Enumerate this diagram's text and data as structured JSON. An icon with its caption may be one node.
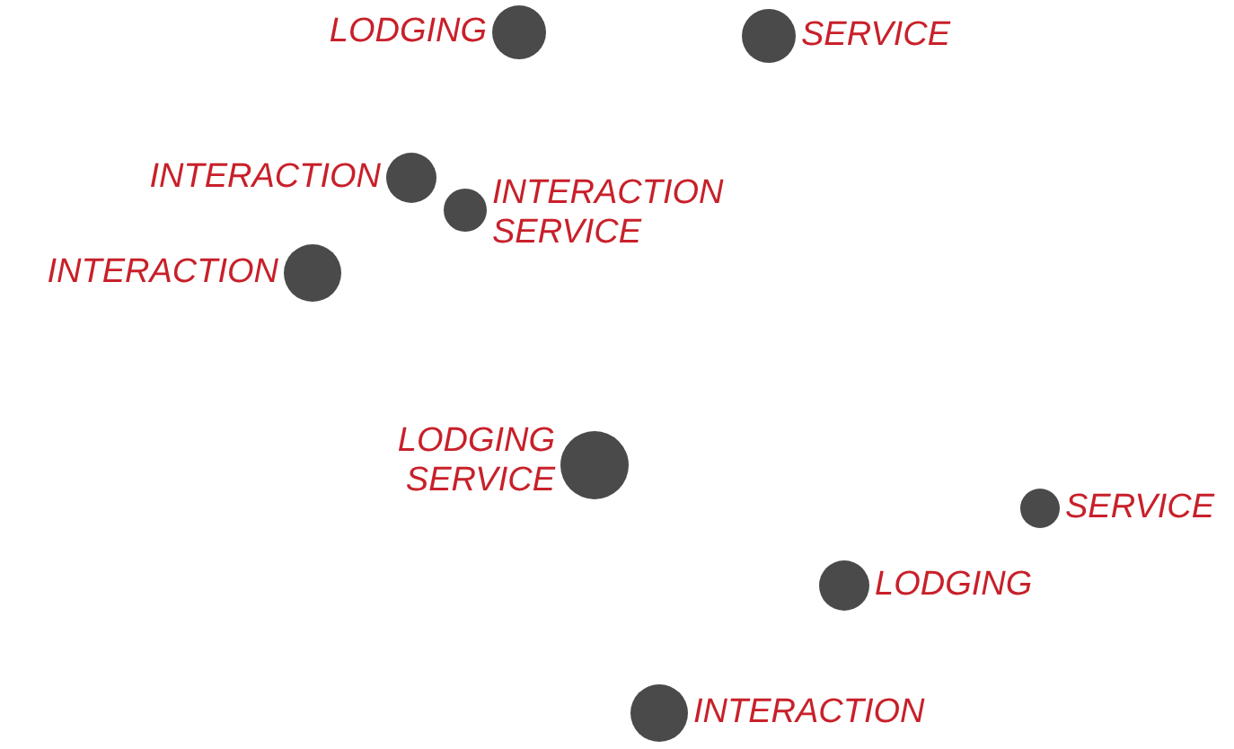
{
  "diagram": {
    "nodes": [
      {
        "text": [],
        "shape": "circle",
        "beside": [
          "LODGING"
        ]
      },
      {
        "text": [],
        "shape": "circle",
        "beside": [
          "SERVICE"
        ]
      },
      {
        "text": [],
        "shape": "circle",
        "beside": [
          "INTERACTION"
        ]
      },
      {
        "text": [],
        "shape": "circle",
        "beside": [
          "INTERACTION SERVICE"
        ]
      },
      {
        "text": [],
        "shape": "circle",
        "beside": [
          "INTERACTION"
        ]
      },
      {
        "text": [],
        "shape": "circle",
        "beside": [
          "LODGING SERVICE"
        ]
      },
      {
        "text": [],
        "shape": "circle",
        "beside": [
          "SERVICE"
        ]
      },
      {
        "text": [],
        "shape": "circle",
        "beside": [
          "LODGING"
        ]
      },
      {
        "text": [],
        "shape": "circle",
        "beside": [
          "INTERACTION"
        ]
      }
    ]
  }
}
